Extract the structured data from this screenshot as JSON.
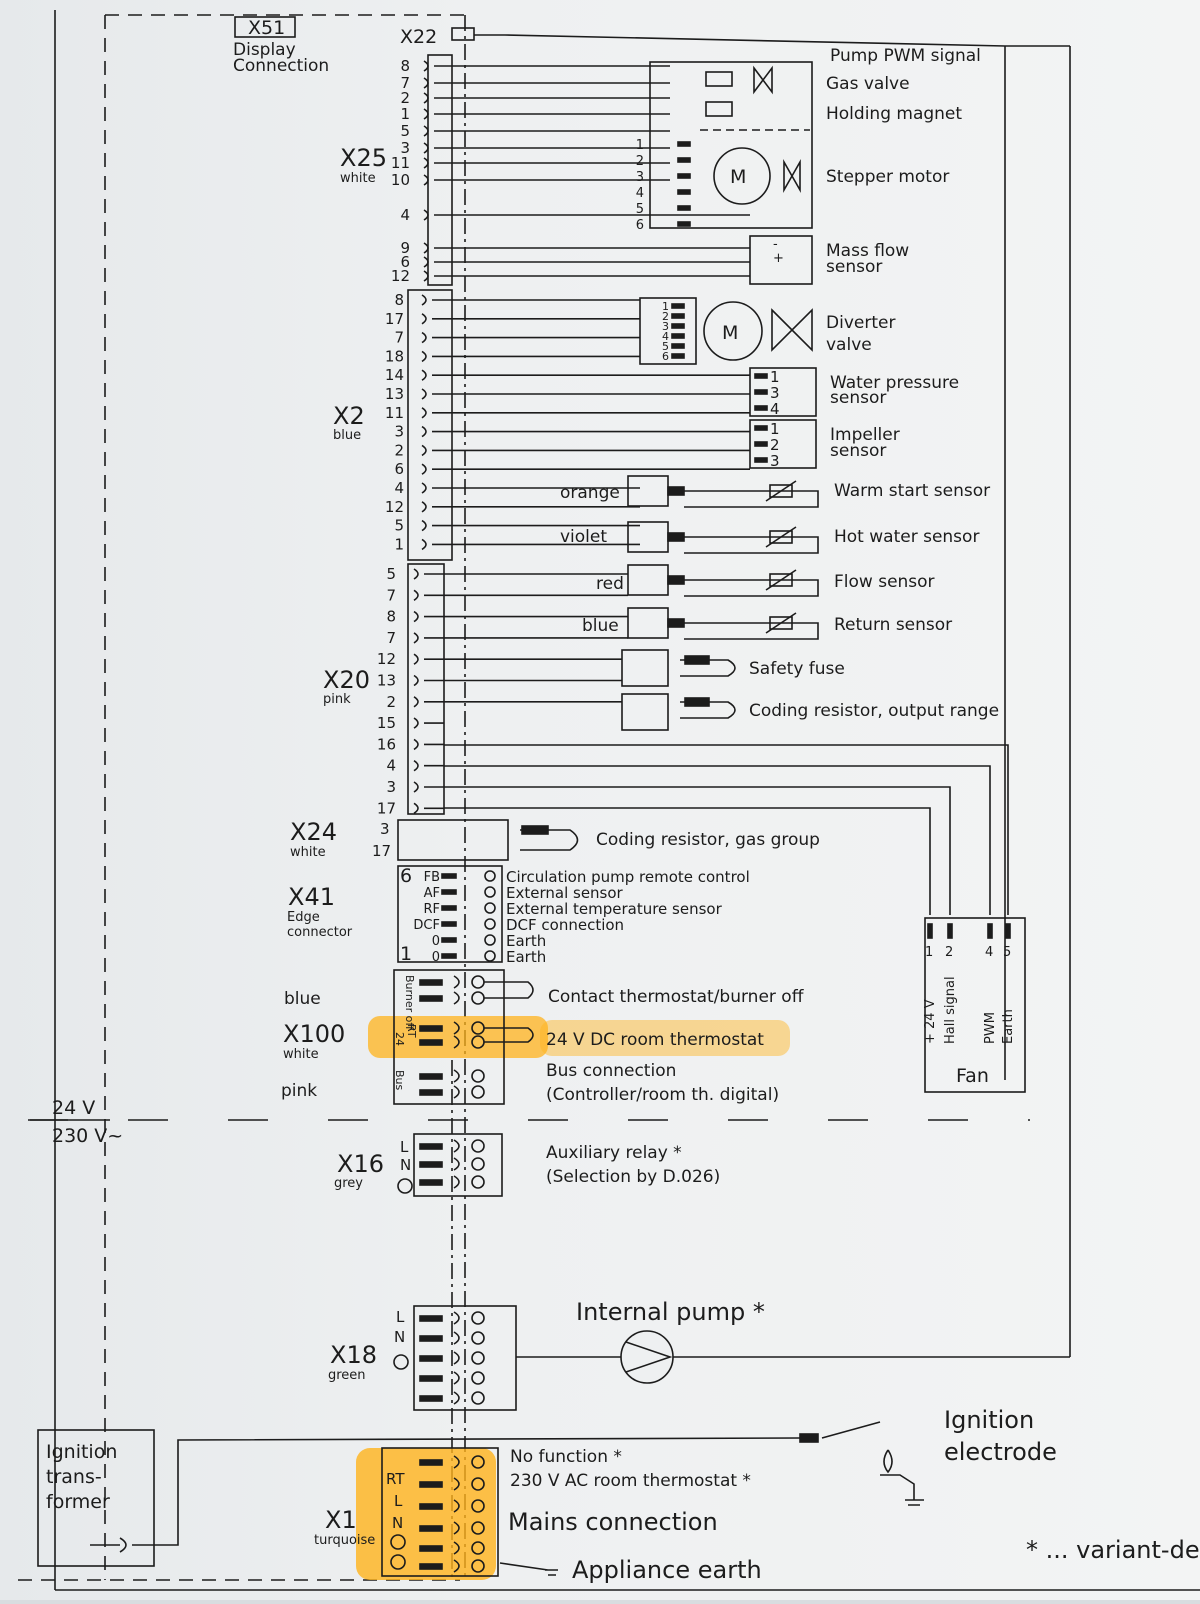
{
  "colors": {
    "line": "#1c1c1c",
    "highlight": "#ffb31c"
  },
  "display": {
    "id": "X51",
    "label1": "Display",
    "label2": "Connection"
  },
  "x22": {
    "id": "X22",
    "pwm_label": "Pump PWM signal"
  },
  "x25": {
    "id": "X25",
    "color": "white",
    "pins": [
      "8",
      "7",
      "2",
      "1",
      "5",
      "3",
      "11",
      "10",
      "4",
      "9",
      "6",
      "12"
    ]
  },
  "x2": {
    "id": "X2",
    "color": "blue",
    "pins": [
      "8",
      "17",
      "7",
      "18",
      "14",
      "13",
      "11",
      "3",
      "2",
      "6",
      "4",
      "12",
      "5",
      "1"
    ]
  },
  "x20": {
    "id": "X20",
    "color": "pink",
    "pins": [
      "5",
      "7",
      "8",
      "7",
      "12",
      "13",
      "2",
      "15",
      "16",
      "4",
      "3",
      "17"
    ]
  },
  "x24": {
    "id": "X24",
    "color": "white",
    "pins": [
      "3",
      "17"
    ]
  },
  "x41": {
    "id": "X41",
    "label1": "Edge",
    "label2": "connector",
    "pin_first": "6",
    "pin_last": "1",
    "pins": [
      "FB",
      "AF",
      "RF",
      "DCF",
      "0",
      "0"
    ],
    "items": [
      "Circulation pump remote control",
      "External sensor",
      "External temperature sensor",
      "DCF connection",
      "Earth",
      "Earth"
    ]
  },
  "x100": {
    "id": "X100",
    "color": "white",
    "color_top": "blue",
    "color_bottom": "pink",
    "burner_pin": "Burner off",
    "rt_pin_a": "RT",
    "rt_pin_b": "24",
    "bus_pin": "Bus",
    "burner_label": "Contact thermostat/burner off",
    "rt_label": "24 V DC room thermostat",
    "bus_label1": "Bus connection",
    "bus_label2": "(Controller/room th. digital)"
  },
  "voltage": {
    "low": "24 V",
    "high": "230 V~"
  },
  "x16": {
    "id": "X16",
    "color": "grey",
    "pins": [
      "L",
      "N"
    ],
    "label1": "Auxiliary relay *",
    "label2": "(Selection by D.026)"
  },
  "x18": {
    "id": "X18",
    "color": "green",
    "pins": [
      "L",
      "N"
    ],
    "label": "Internal pump *"
  },
  "x1": {
    "id": "X1",
    "color": "turquoise",
    "pins": [
      "RT",
      "L",
      "N"
    ],
    "items": [
      "No function *",
      "230 V AC room thermostat *",
      "Mains connection",
      "Appliance earth"
    ]
  },
  "transformer": {
    "line1": "Ignition",
    "line2": "trans-",
    "line3": "former"
  },
  "electrode": {
    "line1": "Ignition",
    "line2": "electrode"
  },
  "footnote": "* ... variant-de",
  "components": {
    "gas_valve": "Gas valve",
    "holding_magnet": "Holding magnet",
    "stepper_motor": "Stepper motor",
    "stepper_pins": [
      "1",
      "2",
      "3",
      "4",
      "5",
      "6"
    ],
    "motor_glyph": "M",
    "mass_flow1": "Mass flow",
    "mass_flow2": "sensor",
    "mass_flow_pins": [
      "-",
      "+"
    ],
    "diverter1": "Diverter",
    "diverter2": "valve",
    "diverter_pins": [
      "1",
      "2",
      "3",
      "4",
      "5",
      "6"
    ],
    "water_pressure1": "Water pressure",
    "water_pressure2": "sensor",
    "water_pressure_pins": [
      "1",
      "3",
      "4"
    ],
    "impeller1": "Impeller",
    "impeller2": "sensor",
    "impeller_pins": [
      "1",
      "2",
      "3"
    ],
    "warm_start": "Warm start sensor",
    "hot_water": "Hot water sensor",
    "flow": "Flow sensor",
    "return": "Return sensor",
    "wire_orange": "orange",
    "wire_violet": "violet",
    "wire_red": "red",
    "wire_blue": "blue",
    "safety_fuse": "Safety fuse",
    "coding_output": "Coding resistor, output range",
    "coding_gas": "Coding resistor, gas group",
    "fan": "Fan",
    "fan_pins": [
      "1",
      "2",
      "4",
      "5"
    ],
    "fan_signals": [
      "+ 24 V",
      "Hall signal",
      "PWM",
      "Earth"
    ]
  }
}
